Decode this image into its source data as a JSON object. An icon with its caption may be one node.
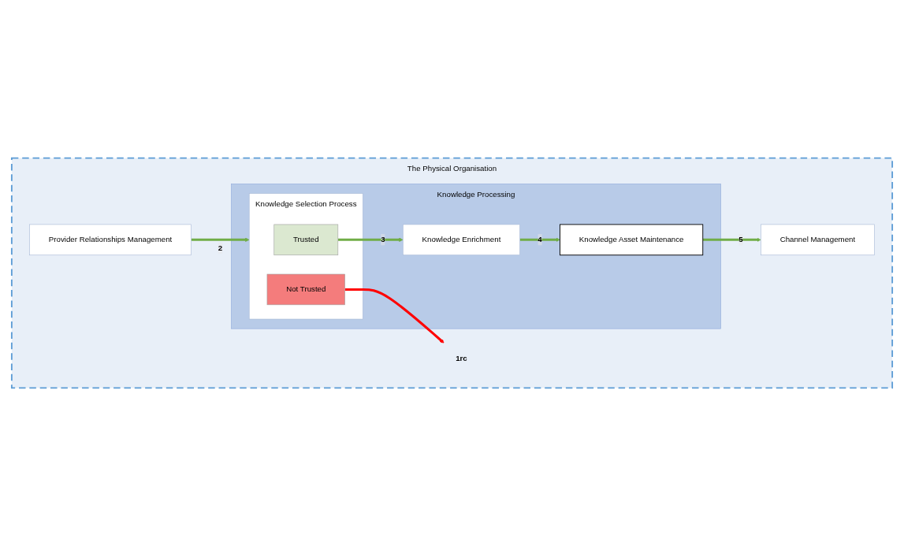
{
  "diagram": {
    "nodes": [
      {
        "text": [
          "The Physical Organisation"
        ]
      },
      {
        "text": [
          "Provider Relationships Management"
        ],
        "in": 0
      },
      {
        "text": [
          "Knowledge Processing"
        ],
        "in": 0
      },
      {
        "text": [
          "Knowledge Selection Process"
        ],
        "in": 2
      },
      {
        "text": [
          "Trusted"
        ],
        "in": 3
      },
      {
        "text": [
          "Not Trusted"
        ],
        "in": 3
      },
      {
        "text": [
          "Knowledge Enrichment"
        ],
        "in": 2
      },
      {
        "text": [
          "Knowledge Asset Maintenance"
        ],
        "in": 2
      },
      {
        "text": [
          "Channel Management"
        ],
        "in": 0
      },
      {
        "text": [
          "1rc"
        ],
        "in": 0
      }
    ],
    "edges": [
      {
        "from": 1,
        "to": 3,
        "arrow": "to",
        "label": "2"
      },
      {
        "from": 4,
        "to": 6,
        "arrow": "to",
        "label": "3"
      },
      {
        "from": 6,
        "to": 7,
        "arrow": "to",
        "label": "4"
      },
      {
        "from": 7,
        "to": 8,
        "arrow": "to",
        "label": "5"
      },
      {
        "from": 5,
        "to": 9,
        "arrow": "to",
        "color": "#ff0000"
      }
    ]
  }
}
